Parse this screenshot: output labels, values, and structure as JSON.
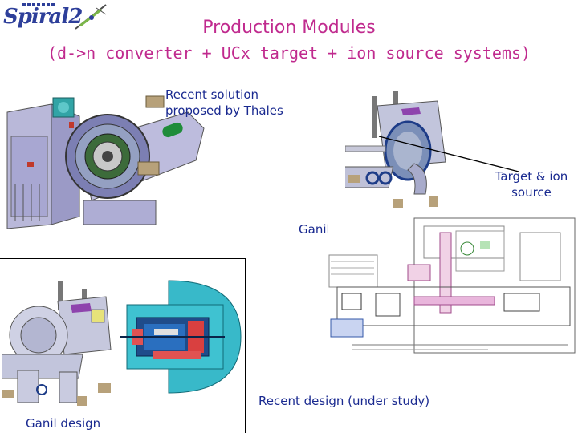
{
  "logo": {
    "text": "Spiral2",
    "icon": "spiral2-logo-icon"
  },
  "title": {
    "line1": "Production Modules",
    "line2": "(d->n converter + UCx target + ion source systems)"
  },
  "annotations": {
    "thales": "Recent solution proposed by Thales",
    "target": "Target & ion source",
    "ganil_top": "Ganil design",
    "ganil_bottom": "Ganil design",
    "recent_design": "Recent design (under study)"
  },
  "colors": {
    "title": "#c02a8e",
    "annotation": "#1a2a90",
    "logo": "#2e3f9a"
  }
}
